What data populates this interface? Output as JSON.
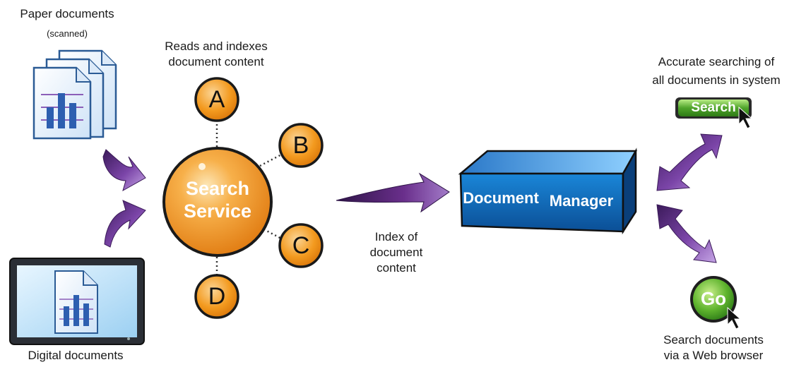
{
  "paper": {
    "title": "Paper documents",
    "subtitle": "(scanned)"
  },
  "digital": {
    "title": "Digital documents"
  },
  "reads": {
    "line1": "Reads and indexes",
    "line2": "document content"
  },
  "service": {
    "line1": "Search",
    "line2": "Service"
  },
  "nodes": [
    "A",
    "B",
    "C",
    "D"
  ],
  "index": {
    "line1": "Index of",
    "line2": "document",
    "line3": "content"
  },
  "manager": {
    "word1": "Document",
    "word2": "Manager"
  },
  "accurate": {
    "line1": "Accurate searching of",
    "line2": "all documents in system"
  },
  "search_button": {
    "label": "Search"
  },
  "go_button": {
    "label": "Go"
  },
  "browser": {
    "line1": "Search documents",
    "line2": "via a Web browser"
  },
  "colors": {
    "orange": "#f39a1f",
    "purple": "#6a2f8c",
    "blue": "#1d8bd6",
    "green": "#4aa32c"
  }
}
